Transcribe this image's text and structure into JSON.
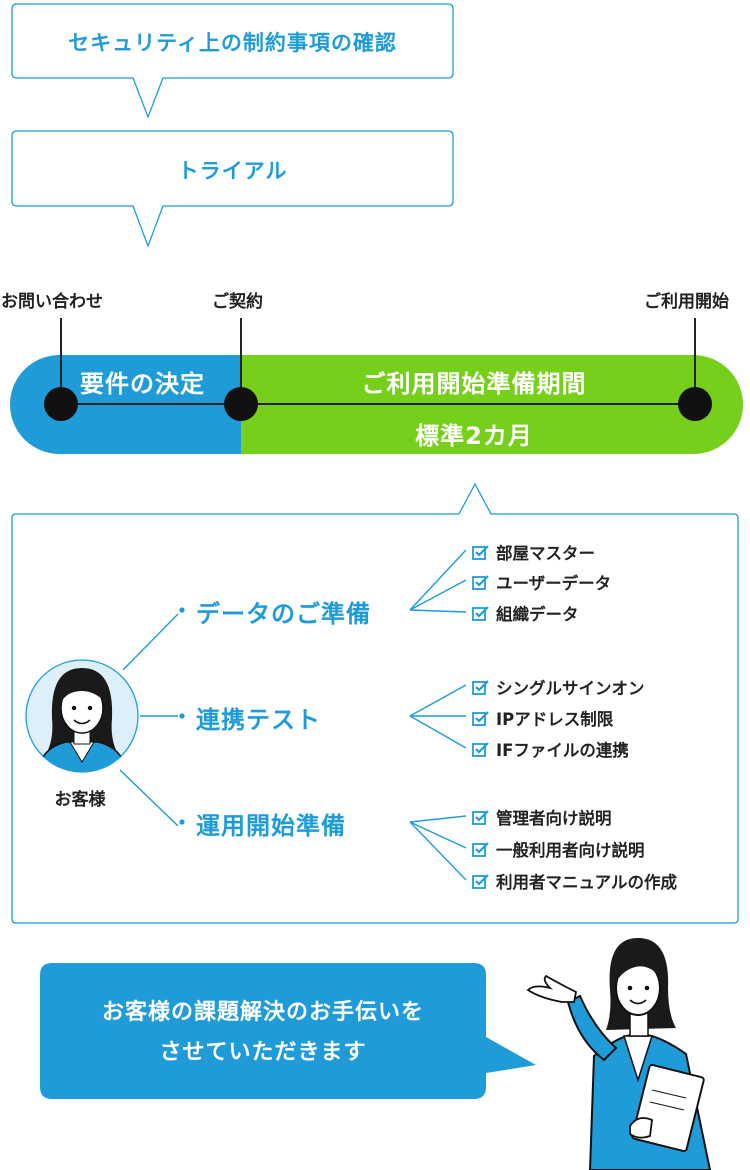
{
  "bubbles": [
    "セキュリティ上の制約事項の確認",
    "トライアル"
  ],
  "timeline": {
    "markers": {
      "inquiry": "お問い合わせ",
      "contract": "ご契約",
      "start": "ご利用開始"
    },
    "phase1": "要件の決定",
    "phase2_title": "ご利用開始準備期間",
    "phase2_duration": "標準2カ月",
    "colors": {
      "blue": "#1f9cd8",
      "green": "#76cf1b"
    }
  },
  "customer": {
    "label": "お客様"
  },
  "categories": [
    {
      "title": "データのご準備",
      "items": [
        "部屋マスター",
        "ユーザーデータ",
        "組織データ"
      ]
    },
    {
      "title": "連携テスト",
      "items": [
        "シングルサインオン",
        "IPアドレス制限",
        "IFファイルの連携"
      ]
    },
    {
      "title": "運用開始準備",
      "items": [
        "管理者向け説明",
        "一般利用者向け説明",
        "利用者マニュアルの作成"
      ]
    }
  ],
  "cta": {
    "line1": "お客様の課題解決のお手伝いを",
    "line2": "させていただきます"
  },
  "icons": [
    "checkbox-icon",
    "customer-avatar-icon",
    "staff-illustration-icon"
  ]
}
